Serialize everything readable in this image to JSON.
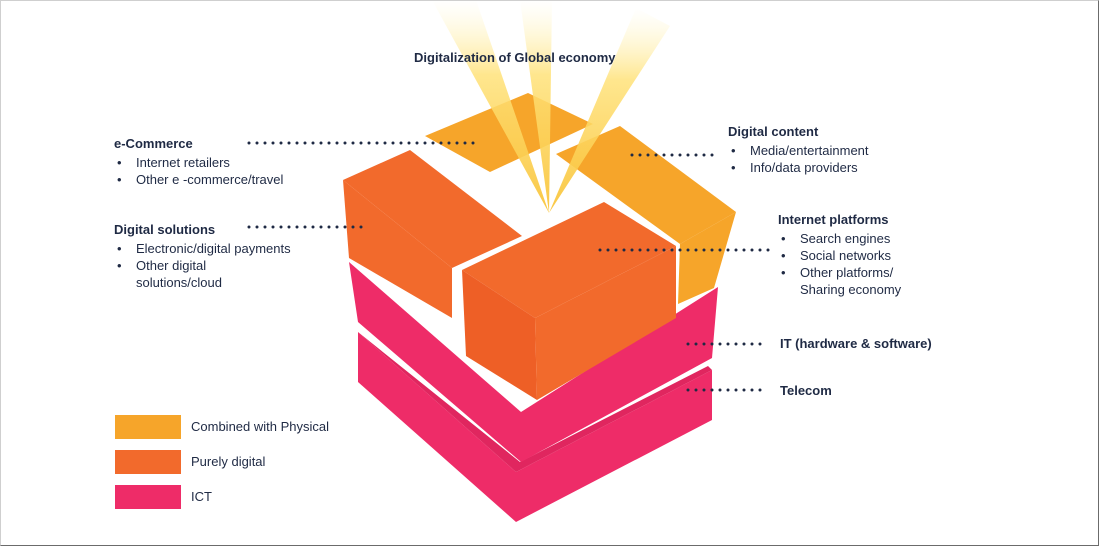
{
  "title": "Digitalization of Global economy",
  "colors": {
    "combined": "#f6a52a",
    "digital": "#f26a2c",
    "ict": "#ee2c68",
    "text": "#1f2a44",
    "dots": "#1f2a44"
  },
  "callouts": {
    "ecommerce": {
      "heading": "e-Commerce",
      "items": [
        "Internet retailers",
        "Other e -commerce/travel"
      ]
    },
    "digital_solutions": {
      "heading": "Digital solutions",
      "items": [
        "Electronic/digital payments",
        "Other digital solutions/cloud"
      ]
    },
    "digital_content": {
      "heading": "Digital content",
      "items": [
        "Media/entertainment",
        "Info/data providers"
      ]
    },
    "internet_platforms": {
      "heading": "Internet platforms",
      "items": [
        "Search engines",
        "Social networks",
        "Other platforms/ Sharing economy"
      ]
    },
    "it": "IT (hardware & software)",
    "telecom": "Telecom"
  },
  "legend": [
    {
      "label": "Combined with Physical",
      "color": "#f6a52a"
    },
    {
      "label": "Purely digital",
      "color": "#f26a2c"
    },
    {
      "label": "ICT",
      "color": "#ee2c68"
    }
  ]
}
